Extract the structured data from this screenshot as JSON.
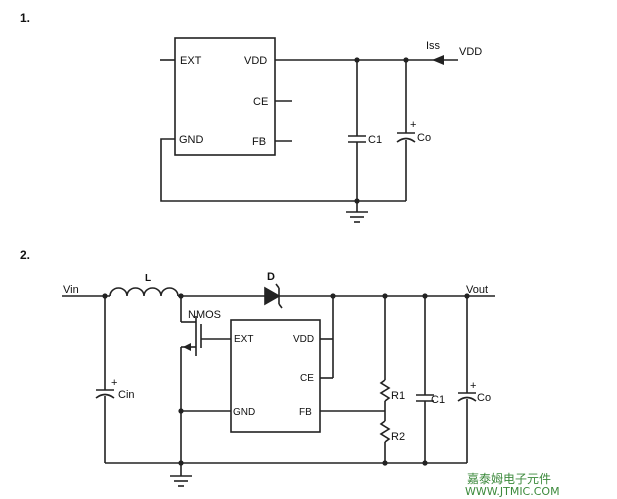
{
  "diagram1": {
    "number": "1.",
    "pins": {
      "ext": "EXT",
      "vdd": "VDD",
      "ce": "CE",
      "gnd": "GND",
      "fb": "FB"
    },
    "iss": "Iss",
    "vdd_label": "VDD",
    "c1": "C1",
    "co": "Co",
    "plus": "+"
  },
  "diagram2": {
    "number": "2.",
    "vin": "Vin",
    "inductor": "L",
    "diode": "D",
    "nmos": "NMOS",
    "vout": "Vout",
    "pins": {
      "ext": "EXT",
      "vdd": "VDD",
      "ce": "CE",
      "gnd": "GND",
      "fb": "FB"
    },
    "cin": "Cin",
    "r1": "R1",
    "r2": "R2",
    "c1": "C1",
    "co": "Co",
    "plus_cin": "+",
    "plus_co": "+"
  },
  "watermark": {
    "line1": "嘉泰姆电子元件",
    "line2": "WWW.JTMIC.COM"
  }
}
